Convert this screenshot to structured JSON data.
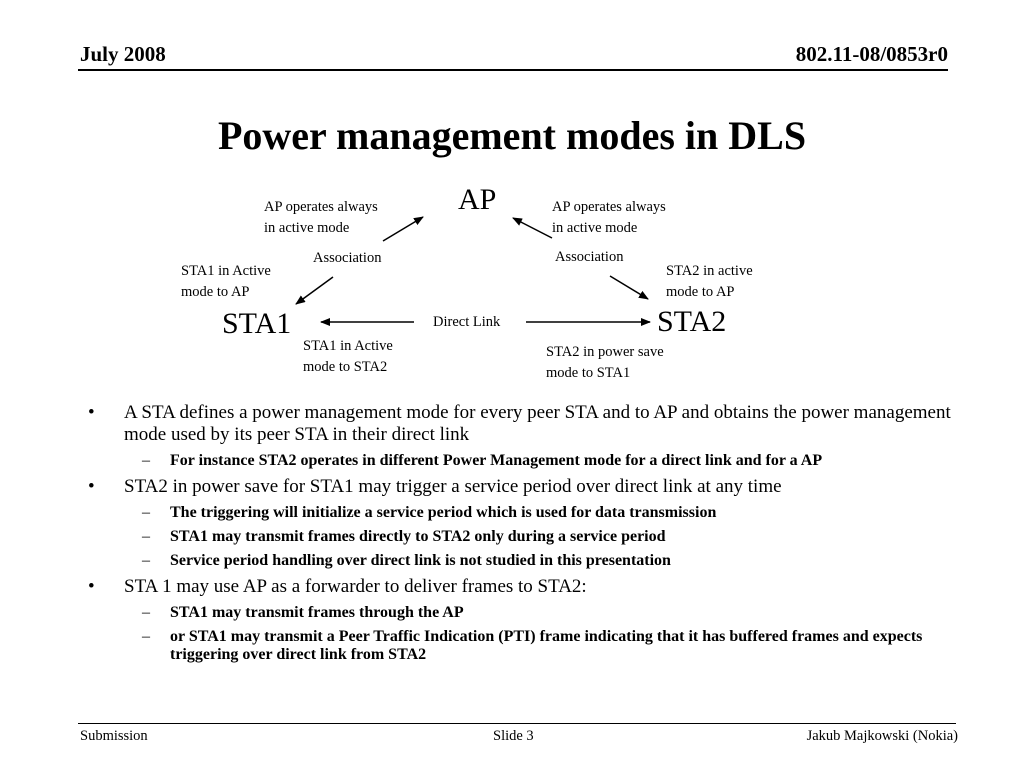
{
  "header": {
    "date": "July 2008",
    "doc_id": "802.11-08/0853r0"
  },
  "title": "Power management modes in DLS",
  "diagram": {
    "nodes": {
      "ap": "AP",
      "sta1": "STA1",
      "sta2": "STA2"
    },
    "labels": {
      "ap_left_1": "AP operates always",
      "ap_left_2": "in active mode",
      "ap_right_1": "AP operates always",
      "ap_right_2": "in active mode",
      "assoc_left": "Association",
      "assoc_right": "Association",
      "sta1_ap_1": "STA1 in Active",
      "sta1_ap_2": "mode to AP",
      "sta2_ap_1": "STA2 in active",
      "sta2_ap_2": "mode to AP",
      "direct_link": "Direct Link",
      "sta1_sta2_1": "STA1 in Active",
      "sta1_sta2_2": "mode to STA2",
      "sta2_sta1_1": "STA2 in power save",
      "sta2_sta1_2": "mode to STA1"
    }
  },
  "bullets": {
    "b1": "A STA defines a power management mode for every peer STA and to AP and obtains the power management mode used by its peer STA in their direct link",
    "b1_1": "For instance STA2 operates in different Power Management mode for a direct link and for a AP",
    "b2": "STA2 in power save for STA1 may trigger a service period over direct link at any time",
    "b2_1": "The triggering will initialize a service period which is used for data transmission",
    "b2_2": "STA1 may transmit frames directly to STA2 only during a service period",
    "b2_3": "Service period handling over direct link is not studied in this presentation",
    "b3": "STA 1 may use AP as a forwarder to deliver frames to STA2:",
    "b3_1": "STA1 may transmit frames through the AP",
    "b3_2": "or STA1 may transmit a Peer Traffic Indication (PTI) frame indicating that it has buffered frames and expects triggering over direct link from STA2",
    "marker_main": "•",
    "marker_sub": "–"
  },
  "footer": {
    "left": "Submission",
    "center": "Slide 3",
    "right": "Jakub Majkowski (Nokia)"
  }
}
